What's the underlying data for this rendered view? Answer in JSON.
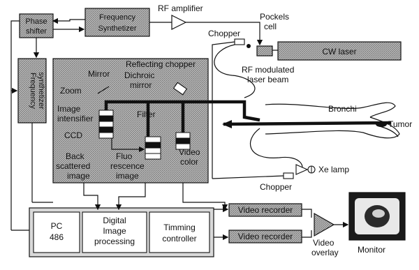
{
  "labels": {
    "phase_shifter": [
      "Phase",
      "shifter"
    ],
    "freq_synth_top": [
      "Frequency",
      "Synthetizer"
    ],
    "freq_synth_left": [
      "Frequency",
      "synthetizer"
    ],
    "rf_amplifier": "RF amplifier",
    "pockels_cell": [
      "Pockels",
      "cell"
    ],
    "chopper_top": "Chopper",
    "cw_laser": "CW laser",
    "rf_modulated": [
      "RF modulated",
      "laser beam"
    ],
    "reflecting_chopper": "Reflecting chopper",
    "mirror": "Mirror",
    "dichroic": [
      "Dichroic",
      "mirror"
    ],
    "zoom": "Zoom",
    "image_intensifier": [
      "Image",
      "intensifier"
    ],
    "filter": "Filter",
    "ccd": "CCD",
    "backscattered": [
      "Back",
      "scattered",
      "image"
    ],
    "fluorescence": [
      "Fluo",
      "rescence",
      "image"
    ],
    "video_color": [
      "Video",
      "color"
    ],
    "bronchi": "Bronchi",
    "tumor": "Tumor",
    "xe_lamp": "Xe lamp",
    "chopper_bottom": "Chopper",
    "pc": [
      "PC",
      "486"
    ],
    "digital_image": [
      "Digital",
      "Image",
      "processing"
    ],
    "timing_controller": [
      "Timming",
      "controller"
    ],
    "video_recorder_1": "Video recorder",
    "video_recorder_2": "Video recorder",
    "video_overlay": [
      "Video",
      "overlay"
    ],
    "monitor": "Monitor"
  }
}
